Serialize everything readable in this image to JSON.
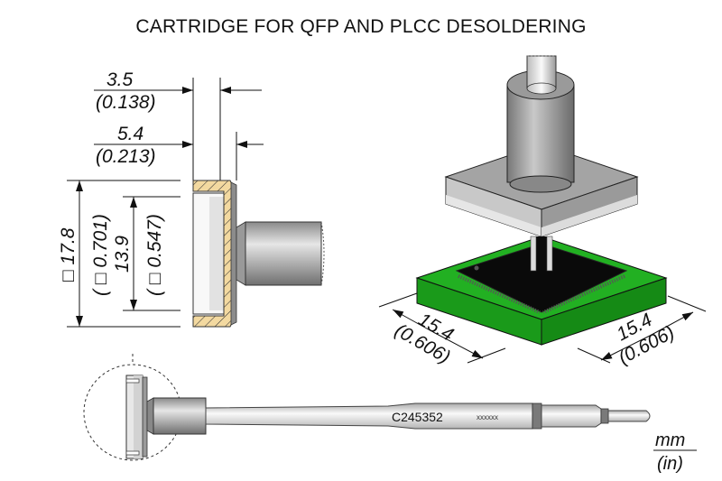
{
  "title": "CARTRIDGE FOR QFP AND PLCC DESOLDERING",
  "dimensions": {
    "top_width": {
      "mm": "3.5",
      "in": "(0.138)"
    },
    "total_width": {
      "mm": "5.4",
      "in": "(0.213)"
    },
    "outer_height": {
      "mm": "□ 17.8",
      "in": "( □ 0.701)"
    },
    "inner_height": {
      "mm": "13.9",
      "in": "( □ 0.547)"
    },
    "component_left": {
      "mm": "15.4",
      "in": "(0.606)"
    },
    "component_right": {
      "mm": "15.4",
      "in": "(0.606)"
    }
  },
  "cartridge": {
    "part_number": "C245352",
    "serial": "xxxxxx"
  },
  "units": {
    "top": "mm",
    "bottom": "(in)"
  },
  "colors": {
    "section_fill": "#f3d9a0",
    "pcb_green": "#1faa1f",
    "chip_black": "#0a0a0a",
    "metal_gray": "#a8a8a8"
  }
}
